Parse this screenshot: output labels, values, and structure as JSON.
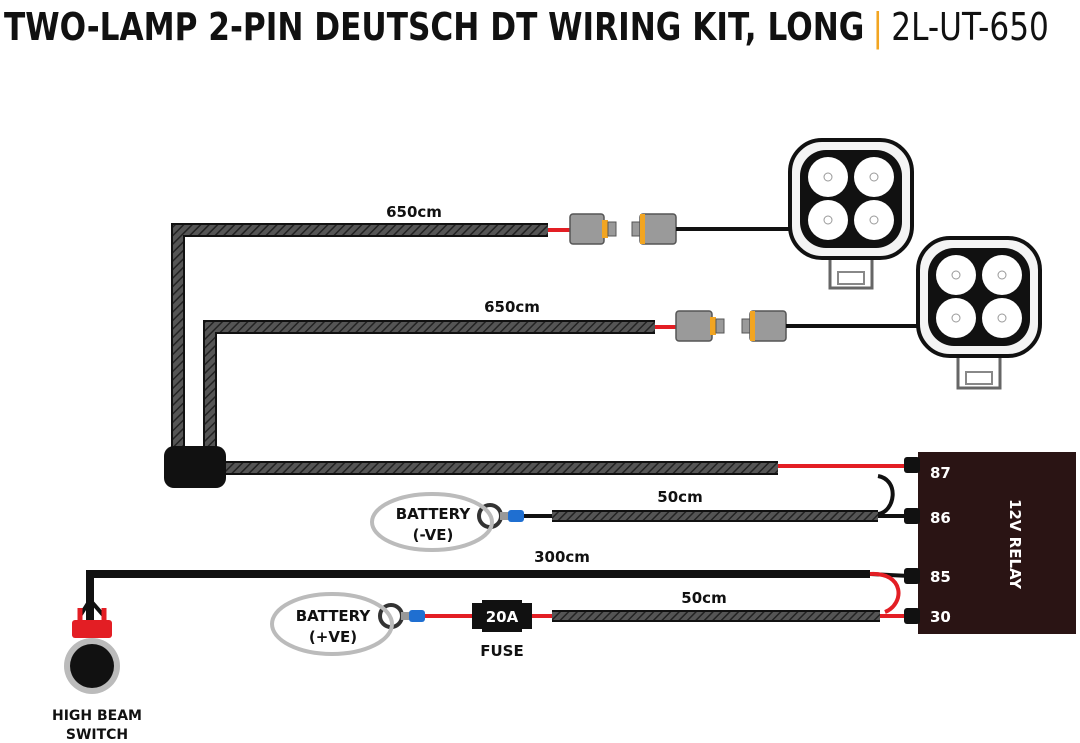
{
  "title": {
    "main": "TWO-LAMP 2-PIN DEUTSCH DT WIRING KIT, LONG",
    "separator": "|",
    "code": "2L-UT-650"
  },
  "labels": {
    "cable_lamp1": "650cm",
    "cable_lamp2": "650cm",
    "cable_neg": "50cm",
    "cable_switch": "300cm",
    "cable_pos": "50cm",
    "battery_neg_line1": "BATTERY",
    "battery_neg_line2": "(-VE)",
    "battery_pos_line1": "BATTERY",
    "battery_pos_line2": "(+VE)",
    "fuse_value": "20A",
    "fuse_label": "FUSE",
    "switch_line1": "HIGH BEAM",
    "switch_line2": "SWITCH"
  },
  "relay": {
    "label": "12V RELAY",
    "pin_87": "87",
    "pin_86": "86",
    "pin_85": "85",
    "pin_30": "30"
  },
  "colors": {
    "wire_red": "#e31e24",
    "wire_black": "#111111",
    "connector_grey": "#9a9a9a",
    "connector_orange": "#f2a521",
    "relay_body": "#2a1414",
    "title_separator": "#f2a521"
  }
}
